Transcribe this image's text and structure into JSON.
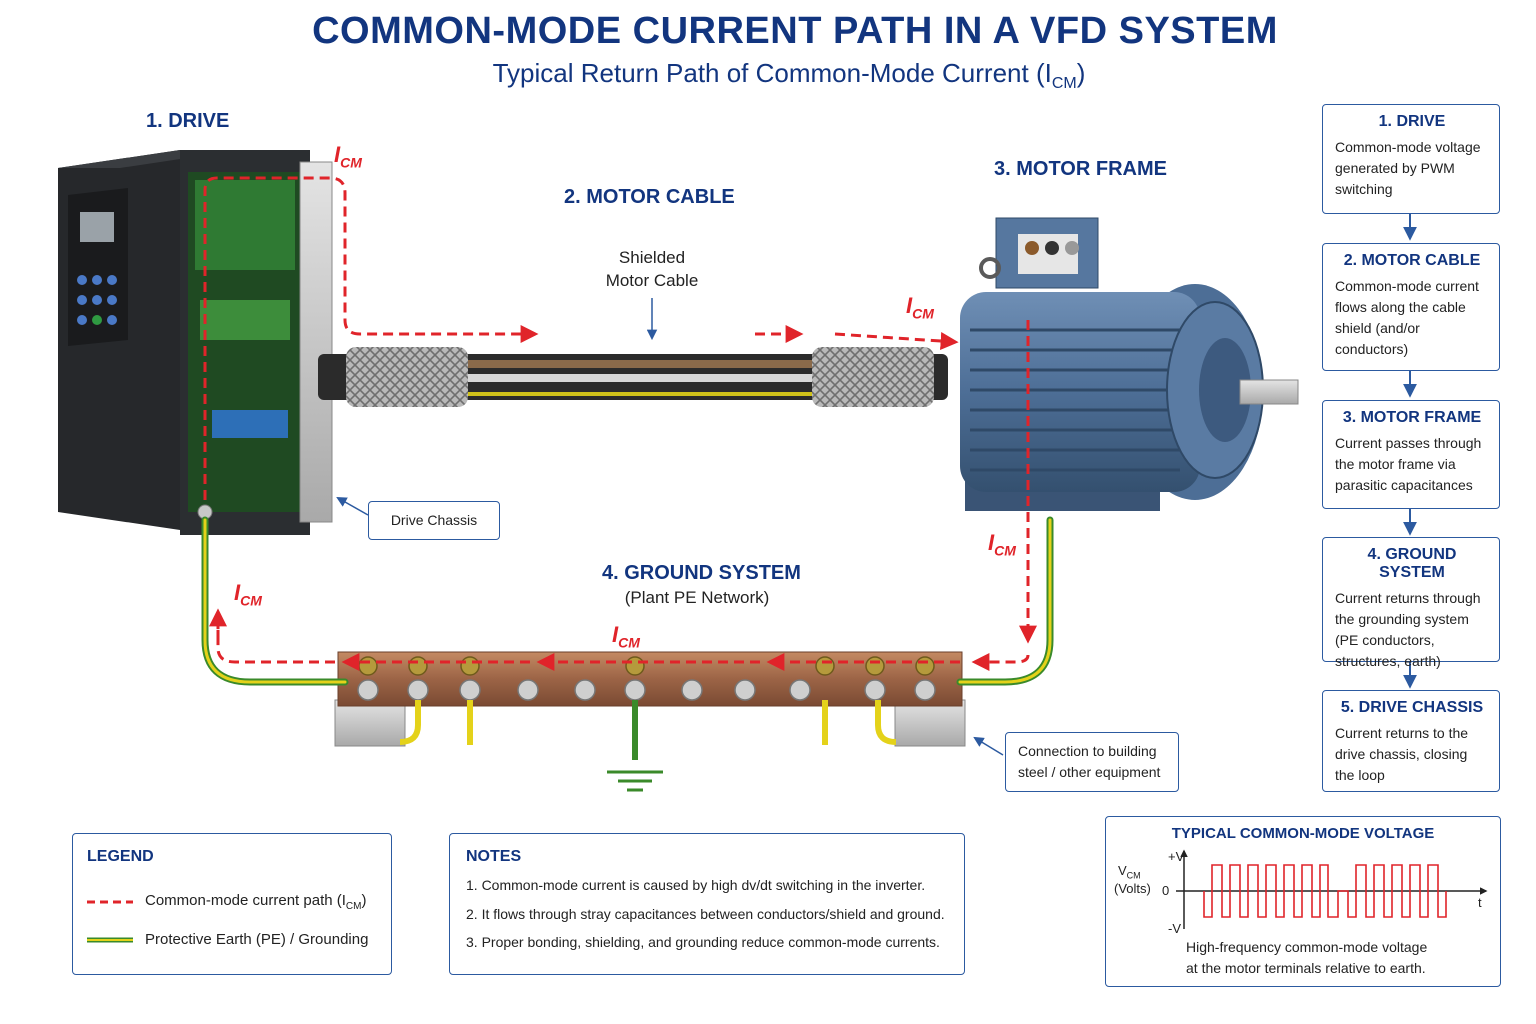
{
  "header": {
    "title": "COMMON-MODE CURRENT PATH IN A VFD SYSTEM",
    "subtitle": "Typical Return Path of Common-Mode Current (I",
    "subtitle_sub": "CM",
    "subtitle_end": ")"
  },
  "sections": {
    "drive": "1. DRIVE",
    "cable": "2. MOTOR CABLE",
    "motor": "3. MOTOR FRAME",
    "ground": "4. GROUND SYSTEM",
    "ground_sub": "(Plant PE Network)"
  },
  "labels": {
    "cable_line1": "Shielded",
    "cable_line2": "Motor Cable",
    "drive_chassis": "Drive Chassis",
    "connection_line1": "Connection to building",
    "connection_line2": "steel / other equipment",
    "icm_main": "I",
    "icm_sub": "CM"
  },
  "flow": [
    {
      "heading": "1. DRIVE",
      "body": "Common-mode voltage generated by PWM switching"
    },
    {
      "heading": "2. MOTOR CABLE",
      "body": "Common-mode current flows along the cable shield (and/or conductors)"
    },
    {
      "heading": "3. MOTOR FRAME",
      "body": "Current passes through the motor frame via parasitic capacitances"
    },
    {
      "heading": "4. GROUND SYSTEM",
      "body": "Current returns through the grounding system (PE conductors, structures, earth)"
    },
    {
      "heading": "5. DRIVE CHASSIS",
      "body": "Current returns to the drive chassis, closing the loop"
    }
  ],
  "legend": {
    "title": "LEGEND",
    "items": [
      {
        "label": "Common-mode current path (I",
        "sub": "CM",
        "end": ")",
        "style": "dashed-red"
      },
      {
        "label": "Protective Earth (PE) / Grounding",
        "sub": "",
        "end": "",
        "style": "yellow-green"
      }
    ]
  },
  "notes": {
    "title": "NOTES",
    "items": [
      "1. Common-mode current is caused by high dv/dt switching in the inverter.",
      "2. It flows through stray capacitances between conductors/shield and ground.",
      "3. Proper bonding, shielding, and grounding reduce common-mode currents."
    ]
  },
  "cmv": {
    "title": "TYPICAL COMMON-MODE VOLTAGE",
    "ylabel_main": "V",
    "ylabel_sub": "CM",
    "ylabel_unit": "(Volts)",
    "pos": "+V",
    "zero": "0",
    "neg": "-V",
    "xlabel": "t",
    "caption_line1": "High-frequency common-mode voltage",
    "caption_line2": "at the motor terminals relative to earth."
  },
  "colors": {
    "brand_blue": "#12357f",
    "box_border": "#2c5aa0",
    "icm_red": "#e0242a",
    "pe_yellow": "#e4d21a",
    "pe_green": "#3a8a2a"
  }
}
